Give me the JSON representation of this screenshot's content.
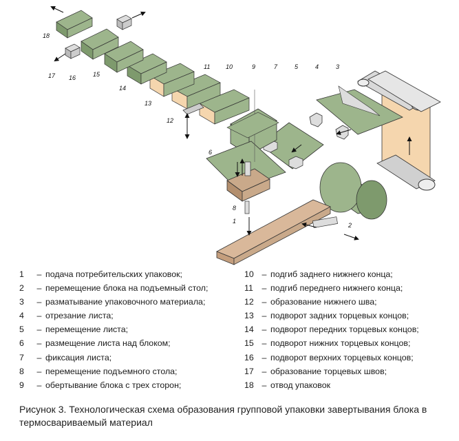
{
  "legend_left": [
    {
      "n": "1",
      "text": "подача потребительских упаковок;"
    },
    {
      "n": "2",
      "text": "перемещение блока на подъемный стол;"
    },
    {
      "n": "3",
      "text": "разматывание упаковочного материала;"
    },
    {
      "n": "4",
      "text": "отрезание листа;"
    },
    {
      "n": "5",
      "text": "перемещение листа;"
    },
    {
      "n": "6",
      "text": "размещение листа над блоком;"
    },
    {
      "n": "7",
      "text": "фиксация листа;"
    },
    {
      "n": "8",
      "text": "перемещение подъемного стола;"
    },
    {
      "n": "9",
      "text": "обертывание блока с трех сторон;"
    }
  ],
  "legend_right": [
    {
      "n": "10",
      "text": "подгиб заднего нижнего конца;"
    },
    {
      "n": "11",
      "text": "подгиб переднего нижнего конца;"
    },
    {
      "n": "12",
      "text": "образование нижнего шва;"
    },
    {
      "n": "13",
      "text": "подворот задних торцевых концов;"
    },
    {
      "n": "14",
      "text": "подворот передних торцевых концов;"
    },
    {
      "n": "15",
      "text": "подворот нижних торцевых концов;"
    },
    {
      "n": "16",
      "text": "подворот верхних торцевых концов;"
    },
    {
      "n": "17",
      "text": "образование торцевых швов;"
    },
    {
      "n": "18",
      "text": "отвод упаковок"
    }
  ],
  "caption": "Рисунок 3. Технологическая схема образования групповой упаковки завертывания блока в термосвариваемый материал",
  "diagram_labels": [
    "1",
    "2",
    "3",
    "4",
    "5",
    "6",
    "7",
    "8",
    "9",
    "10",
    "11",
    "12",
    "13",
    "14",
    "15",
    "16",
    "17",
    "18"
  ],
  "colors": {
    "film": "#9db58c",
    "film_dark": "#7e9a6d",
    "kraft": "#f5d6ae",
    "brick": "#c9a98a",
    "grey": "#c8c8c8",
    "metal": "#e6e6e6"
  }
}
